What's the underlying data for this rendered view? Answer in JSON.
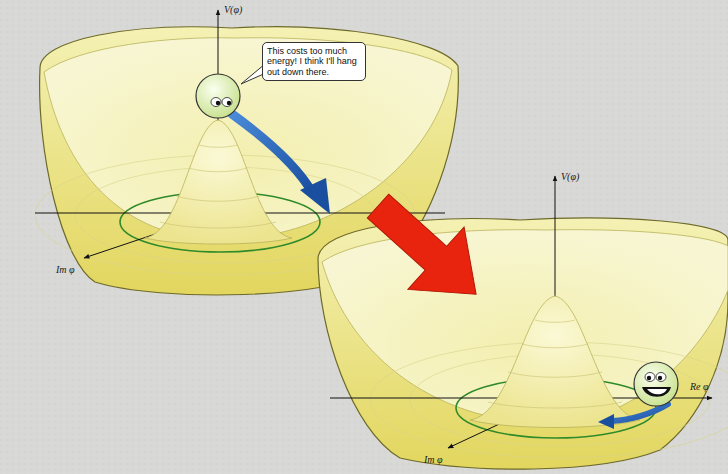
{
  "diagram": {
    "nodes": [
      {
        "text": [
          "This costs too much energy! I think I'll hang out down there."
        ]
      }
    ],
    "labels": [
      "V(φ)",
      "Im φ",
      "V(φ)",
      "Re φ",
      "Im φ"
    ]
  }
}
